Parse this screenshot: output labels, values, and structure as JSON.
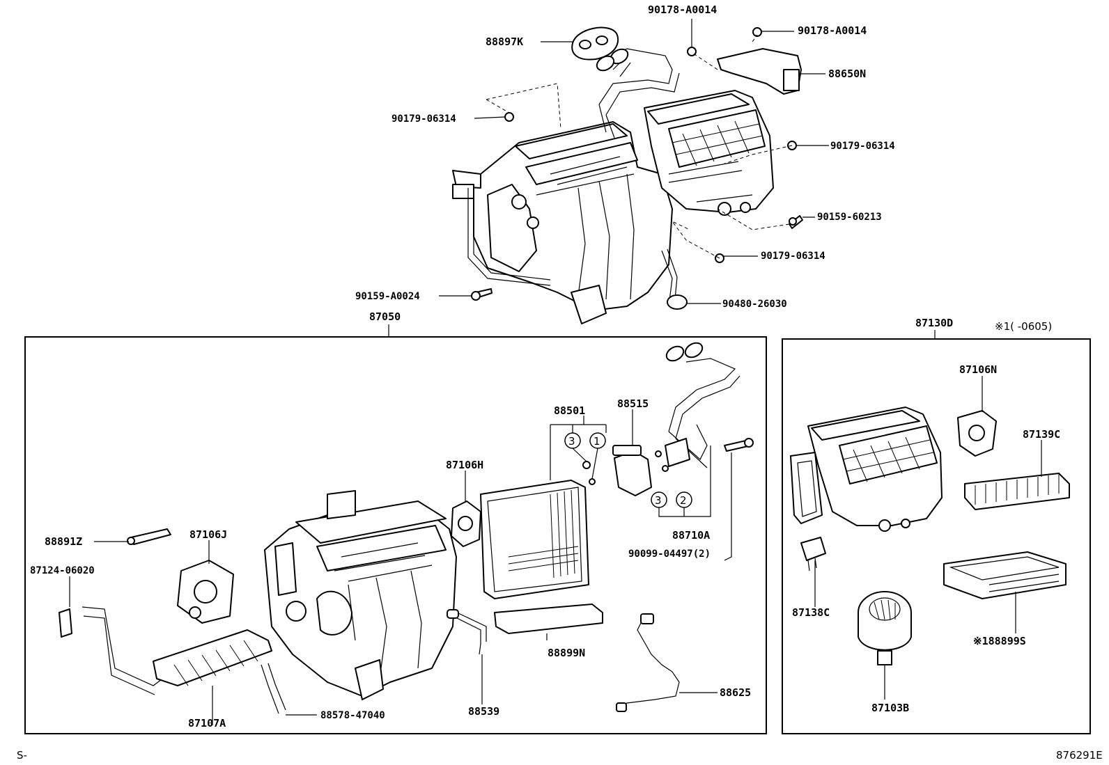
{
  "labels": {
    "p88897K": "88897K",
    "p90178a": "90178-A0014",
    "p90178b": "90178-A0014",
    "p88650N": "88650N",
    "p90179a": "90179-06314",
    "p90179b": "90179-06314",
    "p90159_60213": "90159-60213",
    "p90179c": "90179-06314",
    "p90159_A0024": "90159-A0024",
    "p90480": "90480-26030",
    "p87050": "87050",
    "p87130D": "87130D",
    "note1": "※1(      -0605)",
    "p87106N": "87106N",
    "p87139C": "87139C",
    "p88501": "88501",
    "p88515": "88515",
    "p87106H": "87106H",
    "p88710A": "88710A",
    "p90099": "90099-04497(2)",
    "p88891Z": "88891Z",
    "p87106J": "87106J",
    "p87124": "87124-06020",
    "p87138C": "87138C",
    "p188899S": "※188899S",
    "p88899N": "88899N",
    "p88539": "88539",
    "p88625": "88625",
    "p87103B": "87103B",
    "p87107A": "87107A",
    "p88578": "88578-47040",
    "c1": "1",
    "c2": "2",
    "c3a": "3",
    "c3b": "3",
    "corner_left": "S-",
    "corner_right": "876291E"
  }
}
